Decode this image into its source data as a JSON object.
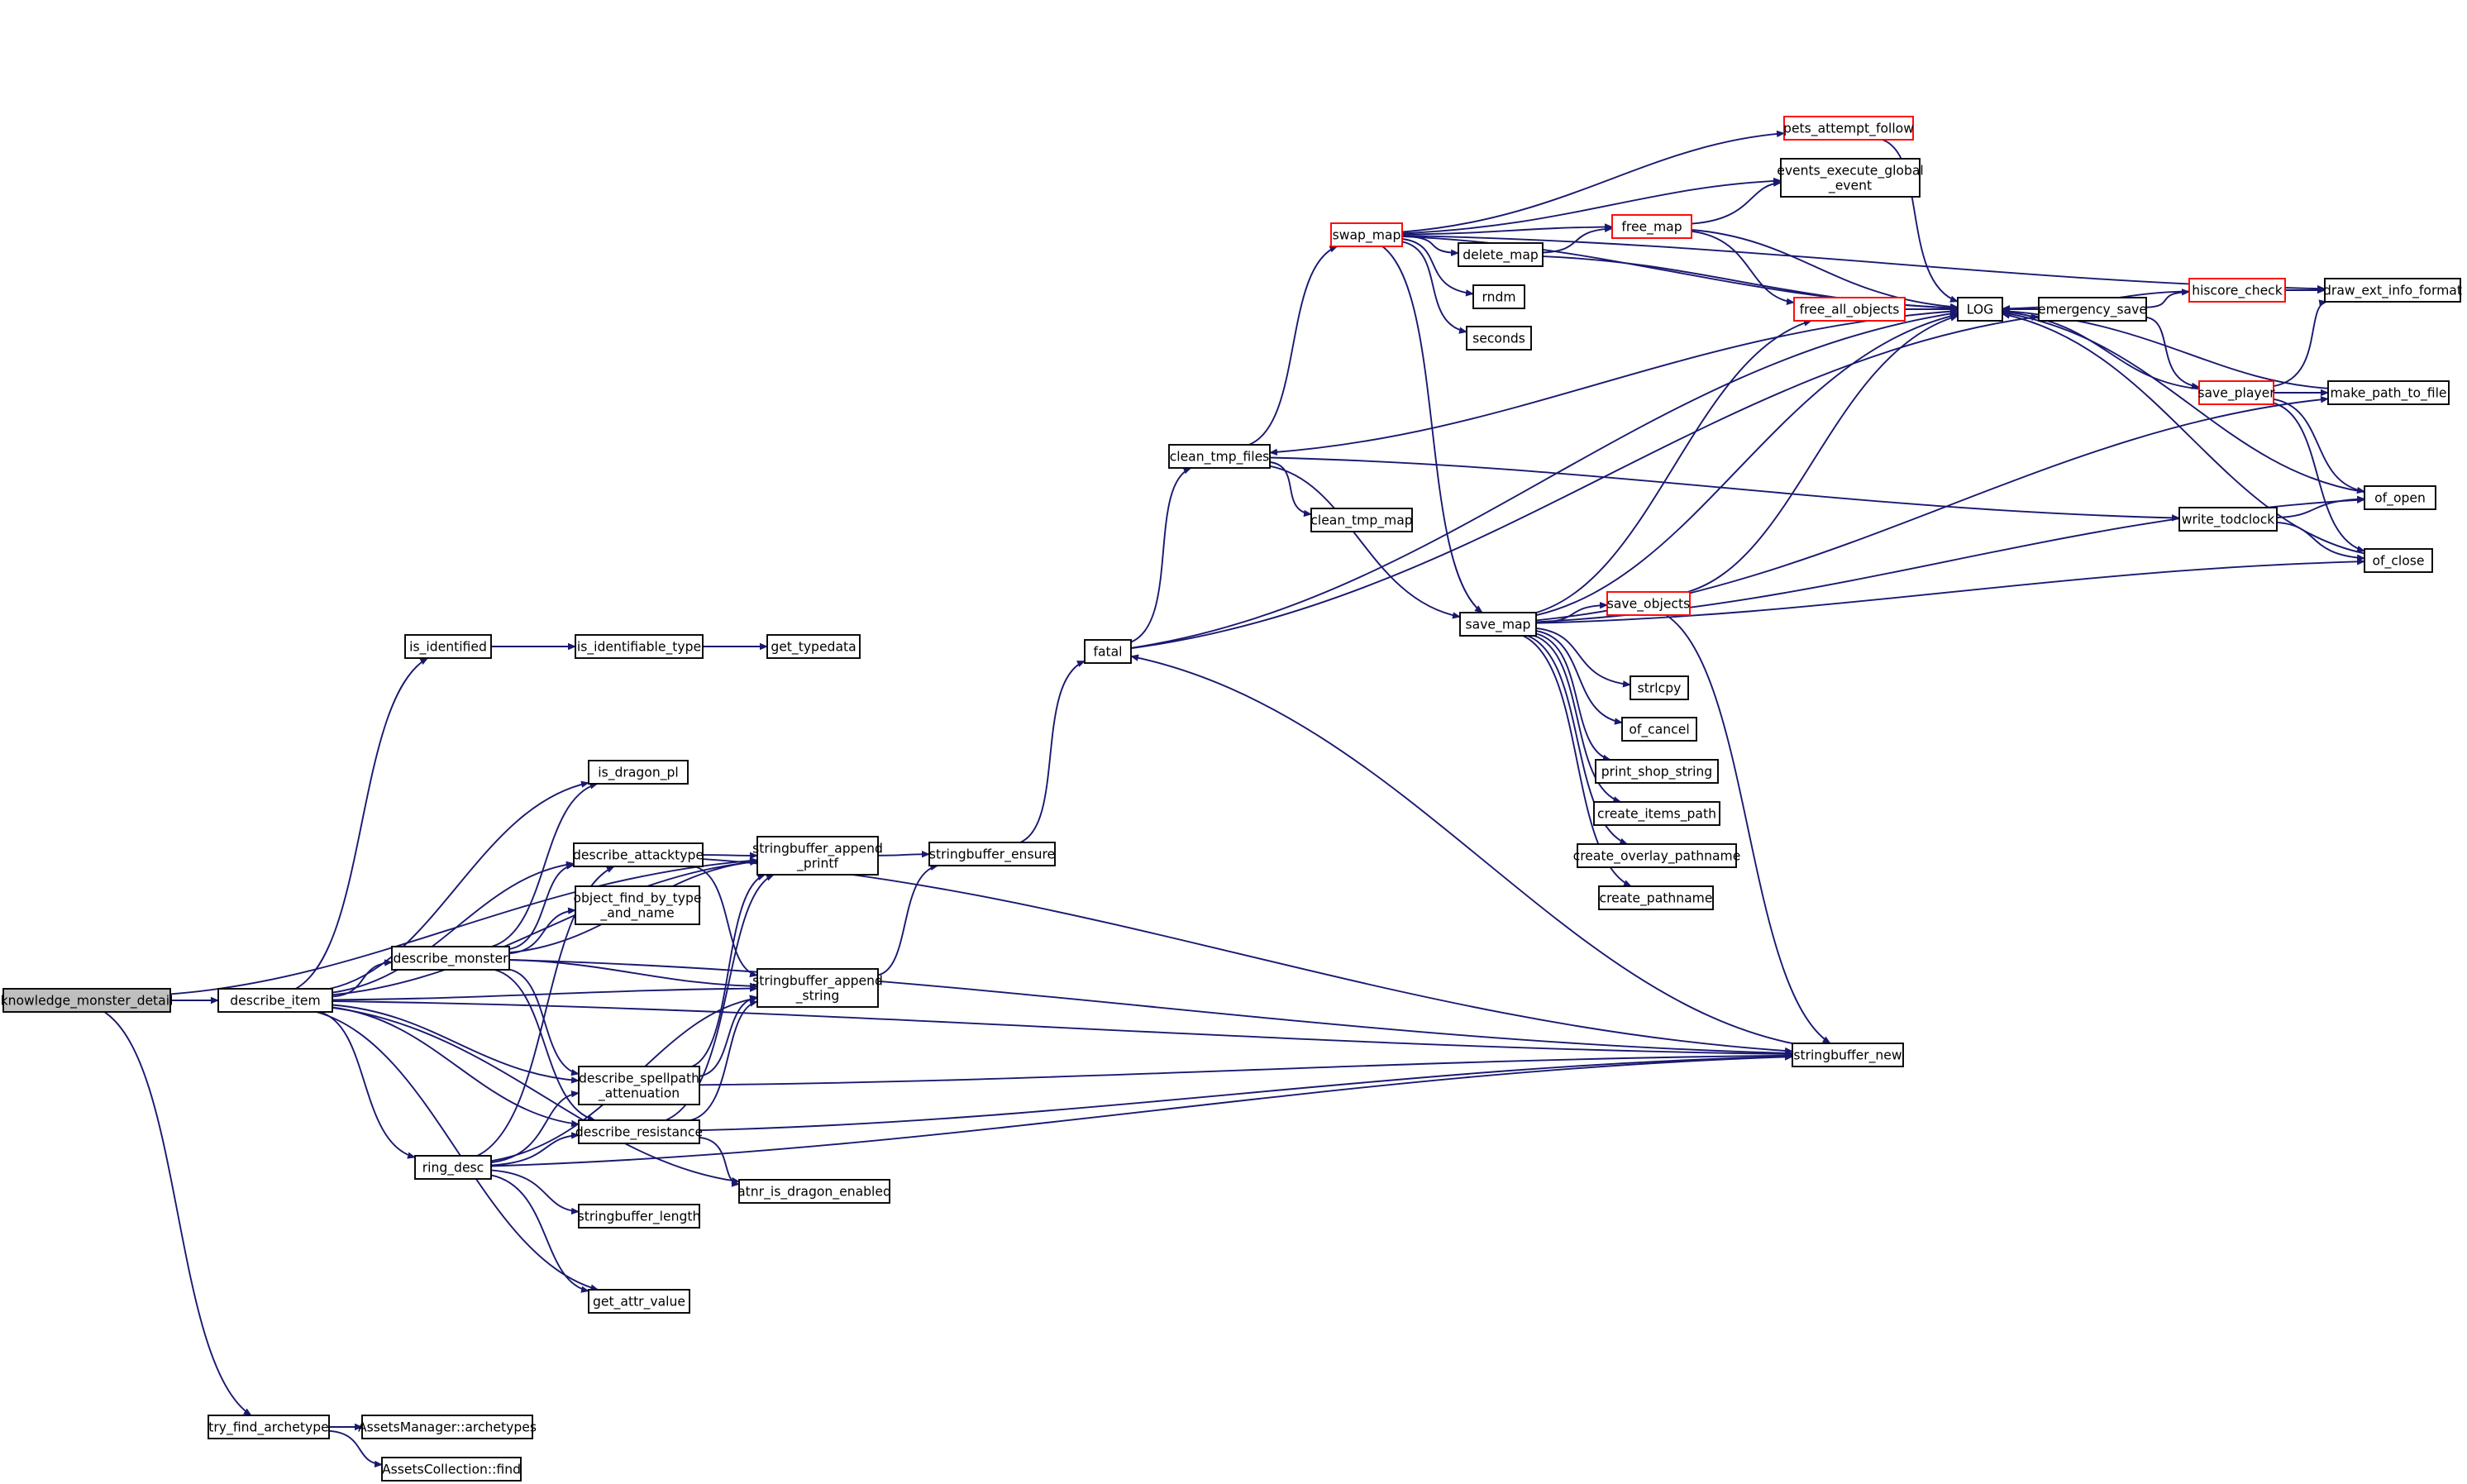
{
  "graph": {
    "colors": {
      "edge": "#191970",
      "node_border": "#000000",
      "node_border_truncated": "#ff0000",
      "node_fill": "#ffffff",
      "root_fill": "#bfbfbf"
    },
    "nodes": [
      {
        "id": "knowledge_monster_detail",
        "lines": [
          "knowledge_monster_detail"
        ],
        "style": "root"
      },
      {
        "id": "describe_item",
        "lines": [
          "describe_item"
        ]
      },
      {
        "id": "try_find_archetype",
        "lines": [
          "try_find_archetype"
        ]
      },
      {
        "id": "AssetsManager::archetypes",
        "lines": [
          "AssetsManager::archetypes"
        ]
      },
      {
        "id": "AssetsCollection::find",
        "lines": [
          "AssetsCollection::find"
        ]
      },
      {
        "id": "is_identified",
        "lines": [
          "is_identified"
        ]
      },
      {
        "id": "is_identifiable_type",
        "lines": [
          "is_identifiable_type"
        ]
      },
      {
        "id": "get_typedata",
        "lines": [
          "get_typedata"
        ]
      },
      {
        "id": "is_dragon_pl",
        "lines": [
          "is_dragon_pl"
        ]
      },
      {
        "id": "describe_attacktype",
        "lines": [
          "describe_attacktype"
        ]
      },
      {
        "id": "object_find_by_type_and_name",
        "lines": [
          "object_find_by_type",
          "_and_name"
        ]
      },
      {
        "id": "describe_monster",
        "lines": [
          "describe_monster"
        ]
      },
      {
        "id": "describe_spellpath_attenuation",
        "lines": [
          "describe_spellpath",
          "_attenuation"
        ]
      },
      {
        "id": "describe_resistance",
        "lines": [
          "describe_resistance"
        ]
      },
      {
        "id": "ring_desc",
        "lines": [
          "ring_desc"
        ]
      },
      {
        "id": "stringbuffer_length",
        "lines": [
          "stringbuffer_length"
        ]
      },
      {
        "id": "get_attr_value",
        "lines": [
          "get_attr_value"
        ]
      },
      {
        "id": "atnr_is_dragon_enabled",
        "lines": [
          "atnr_is_dragon_enabled"
        ]
      },
      {
        "id": "stringbuffer_append_printf",
        "lines": [
          "stringbuffer_append",
          "_printf"
        ]
      },
      {
        "id": "stringbuffer_append_string",
        "lines": [
          "stringbuffer_append",
          "_string"
        ]
      },
      {
        "id": "stringbuffer_ensure",
        "lines": [
          "stringbuffer_ensure"
        ]
      },
      {
        "id": "stringbuffer_new",
        "lines": [
          "stringbuffer_new"
        ]
      },
      {
        "id": "fatal",
        "lines": [
          "fatal"
        ]
      },
      {
        "id": "clean_tmp_files",
        "lines": [
          "clean_tmp_files"
        ]
      },
      {
        "id": "clean_tmp_map",
        "lines": [
          "clean_tmp_map"
        ]
      },
      {
        "id": "swap_map",
        "lines": [
          "swap_map"
        ],
        "style": "truncated"
      },
      {
        "id": "delete_map",
        "lines": [
          "delete_map"
        ]
      },
      {
        "id": "rndm",
        "lines": [
          "rndm"
        ]
      },
      {
        "id": "seconds",
        "lines": [
          "seconds"
        ]
      },
      {
        "id": "pets_attempt_follow",
        "lines": [
          "pets_attempt_follow"
        ],
        "style": "truncated"
      },
      {
        "id": "events_execute_global_event",
        "lines": [
          "events_execute_global",
          "_event"
        ]
      },
      {
        "id": "free_map",
        "lines": [
          "free_map"
        ],
        "style": "truncated"
      },
      {
        "id": "free_all_objects",
        "lines": [
          "free_all_objects"
        ],
        "style": "truncated"
      },
      {
        "id": "LOG",
        "lines": [
          "LOG"
        ]
      },
      {
        "id": "emergency_save",
        "lines": [
          "emergency_save"
        ]
      },
      {
        "id": "hiscore_check",
        "lines": [
          "hiscore_check"
        ],
        "style": "truncated"
      },
      {
        "id": "draw_ext_info_format",
        "lines": [
          "draw_ext_info_format"
        ]
      },
      {
        "id": "save_player",
        "lines": [
          "save_player"
        ],
        "style": "truncated"
      },
      {
        "id": "make_path_to_file",
        "lines": [
          "make_path_to_file"
        ]
      },
      {
        "id": "write_todclock",
        "lines": [
          "write_todclock"
        ]
      },
      {
        "id": "of_open",
        "lines": [
          "of_open"
        ]
      },
      {
        "id": "of_close",
        "lines": [
          "of_close"
        ]
      },
      {
        "id": "save_map",
        "lines": [
          "save_map"
        ]
      },
      {
        "id": "save_objects",
        "lines": [
          "save_objects"
        ],
        "style": "truncated"
      },
      {
        "id": "strlcpy",
        "lines": [
          "strlcpy"
        ]
      },
      {
        "id": "of_cancel",
        "lines": [
          "of_cancel"
        ]
      },
      {
        "id": "print_shop_string",
        "lines": [
          "print_shop_string"
        ]
      },
      {
        "id": "create_items_path",
        "lines": [
          "create_items_path"
        ]
      },
      {
        "id": "create_overlay_pathname",
        "lines": [
          "create_overlay_pathname"
        ]
      },
      {
        "id": "create_pathname",
        "lines": [
          "create_pathname"
        ]
      }
    ],
    "edges": [
      [
        "knowledge_monster_detail",
        "describe_item"
      ],
      [
        "knowledge_monster_detail",
        "try_find_archetype"
      ],
      [
        "knowledge_monster_detail",
        "stringbuffer_append_printf"
      ],
      [
        "try_find_archetype",
        "AssetsManager::archetypes"
      ],
      [
        "try_find_archetype",
        "AssetsCollection::find"
      ],
      [
        "describe_item",
        "is_identified"
      ],
      [
        "describe_item",
        "stringbuffer_append_printf"
      ],
      [
        "describe_item",
        "stringbuffer_append_string"
      ],
      [
        "describe_item",
        "is_dragon_pl"
      ],
      [
        "describe_item",
        "describe_attacktype"
      ],
      [
        "describe_item",
        "describe_monster"
      ],
      [
        "describe_item",
        "describe_spellpath_attenuation"
      ],
      [
        "describe_item",
        "describe_resistance"
      ],
      [
        "describe_item",
        "ring_desc"
      ],
      [
        "describe_item",
        "get_attr_value"
      ],
      [
        "describe_item",
        "atnr_is_dragon_enabled"
      ],
      [
        "describe_item",
        "stringbuffer_new"
      ],
      [
        "is_identified",
        "is_identifiable_type"
      ],
      [
        "is_identifiable_type",
        "get_typedata"
      ],
      [
        "describe_monster",
        "is_dragon_pl"
      ],
      [
        "describe_monster",
        "describe_attacktype"
      ],
      [
        "describe_monster",
        "object_find_by_type_and_name"
      ],
      [
        "describe_monster",
        "stringbuffer_append_printf"
      ],
      [
        "describe_monster",
        "stringbuffer_append_string"
      ],
      [
        "describe_monster",
        "describe_spellpath_attenuation"
      ],
      [
        "describe_monster",
        "describe_resistance"
      ],
      [
        "describe_monster",
        "stringbuffer_new"
      ],
      [
        "describe_attacktype",
        "stringbuffer_append_printf"
      ],
      [
        "describe_attacktype",
        "stringbuffer_append_string"
      ],
      [
        "describe_attacktype",
        "stringbuffer_new"
      ],
      [
        "describe_spellpath_attenuation",
        "stringbuffer_append_printf"
      ],
      [
        "describe_spellpath_attenuation",
        "stringbuffer_append_string"
      ],
      [
        "describe_spellpath_attenuation",
        "stringbuffer_new"
      ],
      [
        "describe_resistance",
        "stringbuffer_append_printf"
      ],
      [
        "describe_resistance",
        "stringbuffer_append_string"
      ],
      [
        "describe_resistance",
        "atnr_is_dragon_enabled"
      ],
      [
        "describe_resistance",
        "stringbuffer_new"
      ],
      [
        "ring_desc",
        "describe_attacktype"
      ],
      [
        "ring_desc",
        "describe_spellpath_attenuation"
      ],
      [
        "ring_desc",
        "describe_resistance"
      ],
      [
        "ring_desc",
        "stringbuffer_append_string"
      ],
      [
        "ring_desc",
        "stringbuffer_length"
      ],
      [
        "ring_desc",
        "get_attr_value"
      ],
      [
        "ring_desc",
        "stringbuffer_new"
      ],
      [
        "stringbuffer_append_printf",
        "stringbuffer_ensure"
      ],
      [
        "stringbuffer_append_string",
        "stringbuffer_ensure"
      ],
      [
        "stringbuffer_ensure",
        "fatal"
      ],
      [
        "stringbuffer_new",
        "fatal"
      ],
      [
        "fatal",
        "clean_tmp_files"
      ],
      [
        "fatal",
        "LOG"
      ],
      [
        "fatal",
        "emergency_save"
      ],
      [
        "clean_tmp_files",
        "clean_tmp_map"
      ],
      [
        "clean_tmp_files",
        "swap_map"
      ],
      [
        "clean_tmp_files",
        "save_map"
      ],
      [
        "clean_tmp_files",
        "write_todclock"
      ],
      [
        "swap_map",
        "pets_attempt_follow"
      ],
      [
        "swap_map",
        "events_execute_global_event"
      ],
      [
        "swap_map",
        "free_map"
      ],
      [
        "swap_map",
        "delete_map"
      ],
      [
        "swap_map",
        "rndm"
      ],
      [
        "swap_map",
        "seconds"
      ],
      [
        "swap_map",
        "LOG"
      ],
      [
        "swap_map",
        "draw_ext_info_format"
      ],
      [
        "swap_map",
        "save_map"
      ],
      [
        "delete_map",
        "free_map"
      ],
      [
        "delete_map",
        "LOG"
      ],
      [
        "free_map",
        "events_execute_global_event"
      ],
      [
        "free_map",
        "free_all_objects"
      ],
      [
        "free_map",
        "LOG"
      ],
      [
        "pets_attempt_follow",
        "LOG"
      ],
      [
        "free_all_objects",
        "LOG"
      ],
      [
        "LOG",
        "clean_tmp_files"
      ],
      [
        "emergency_save",
        "LOG"
      ],
      [
        "emergency_save",
        "hiscore_check"
      ],
      [
        "emergency_save",
        "save_player"
      ],
      [
        "hiscore_check",
        "LOG"
      ],
      [
        "hiscore_check",
        "draw_ext_info_format"
      ],
      [
        "save_player",
        "LOG"
      ],
      [
        "save_player",
        "draw_ext_info_format"
      ],
      [
        "save_player",
        "make_path_to_file"
      ],
      [
        "save_player",
        "of_open"
      ],
      [
        "save_player",
        "of_close"
      ],
      [
        "make_path_to_file",
        "LOG"
      ],
      [
        "write_todclock",
        "of_open"
      ],
      [
        "write_todclock",
        "of_close"
      ],
      [
        "of_open",
        "LOG"
      ],
      [
        "of_close",
        "LOG"
      ],
      [
        "save_map",
        "free_all_objects"
      ],
      [
        "save_map",
        "LOG"
      ],
      [
        "save_map",
        "make_path_to_file"
      ],
      [
        "save_map",
        "of_open"
      ],
      [
        "save_map",
        "of_close"
      ],
      [
        "save_map",
        "save_objects"
      ],
      [
        "save_map",
        "strlcpy"
      ],
      [
        "save_map",
        "of_cancel"
      ],
      [
        "save_map",
        "print_shop_string"
      ],
      [
        "save_map",
        "create_items_path"
      ],
      [
        "save_map",
        "create_overlay_pathname"
      ],
      [
        "save_map",
        "create_pathname"
      ],
      [
        "save_objects",
        "LOG"
      ],
      [
        "save_objects",
        "stringbuffer_new"
      ]
    ]
  }
}
